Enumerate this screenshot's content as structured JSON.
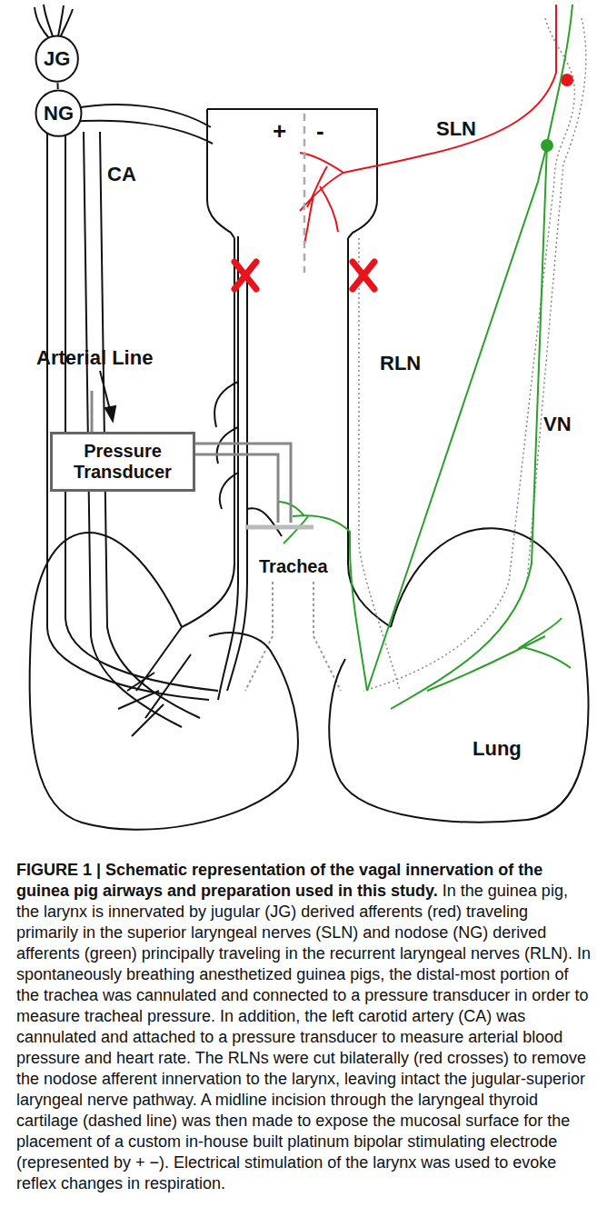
{
  "diagram": {
    "title": "FIGURE 1 | Schematic representation of the vagal innervation of the guinea pig airways and preparation used in this study.",
    "caption": "In the guinea pig, the larynx is innervated by jugular (JG) derived afferents (red) traveling primarily in the superior laryngeal nerves (SLN) and nodose (NG) derived afferents (green) principally traveling in the recurrent laryngeal nerves (RLN). In spontaneously breathing anesthetized guinea pigs, the distal-most portion of the trachea was cannulated and connected to a pressure transducer in order to measure tracheal pressure. In addition, the left carotid artery (CA) was cannulated and attached to a pressure transducer to measure arterial blood pressure and heart rate. The RLNs were cut bilaterally (red crosses) to remove the nodose afferent innervation to the larynx, leaving intact the jugular-superior laryngeal nerve pathway. A midline incision through the laryngeal thyroid cartilage (dashed line) was then made to expose the mucosal surface for the placement of a custom in-house built platinum bipolar stimulating electrode (represented by + −). Electrical stimulation of the larynx was used to evoke reflex changes in respiration.",
    "nodes": [
      {
        "text": [
          "JG"
        ]
      },
      {
        "text": [
          "NG"
        ]
      },
      {
        "text": [
          "Pressure Transducer"
        ]
      }
    ],
    "edges": [
      {
        "from": 0,
        "to": 1,
        "arrow": "none"
      }
    ],
    "labels": [
      "CA",
      "Arterial Line",
      "SLN",
      "+",
      "-",
      "RLN",
      "VN",
      "Trachea",
      "Lung"
    ]
  }
}
